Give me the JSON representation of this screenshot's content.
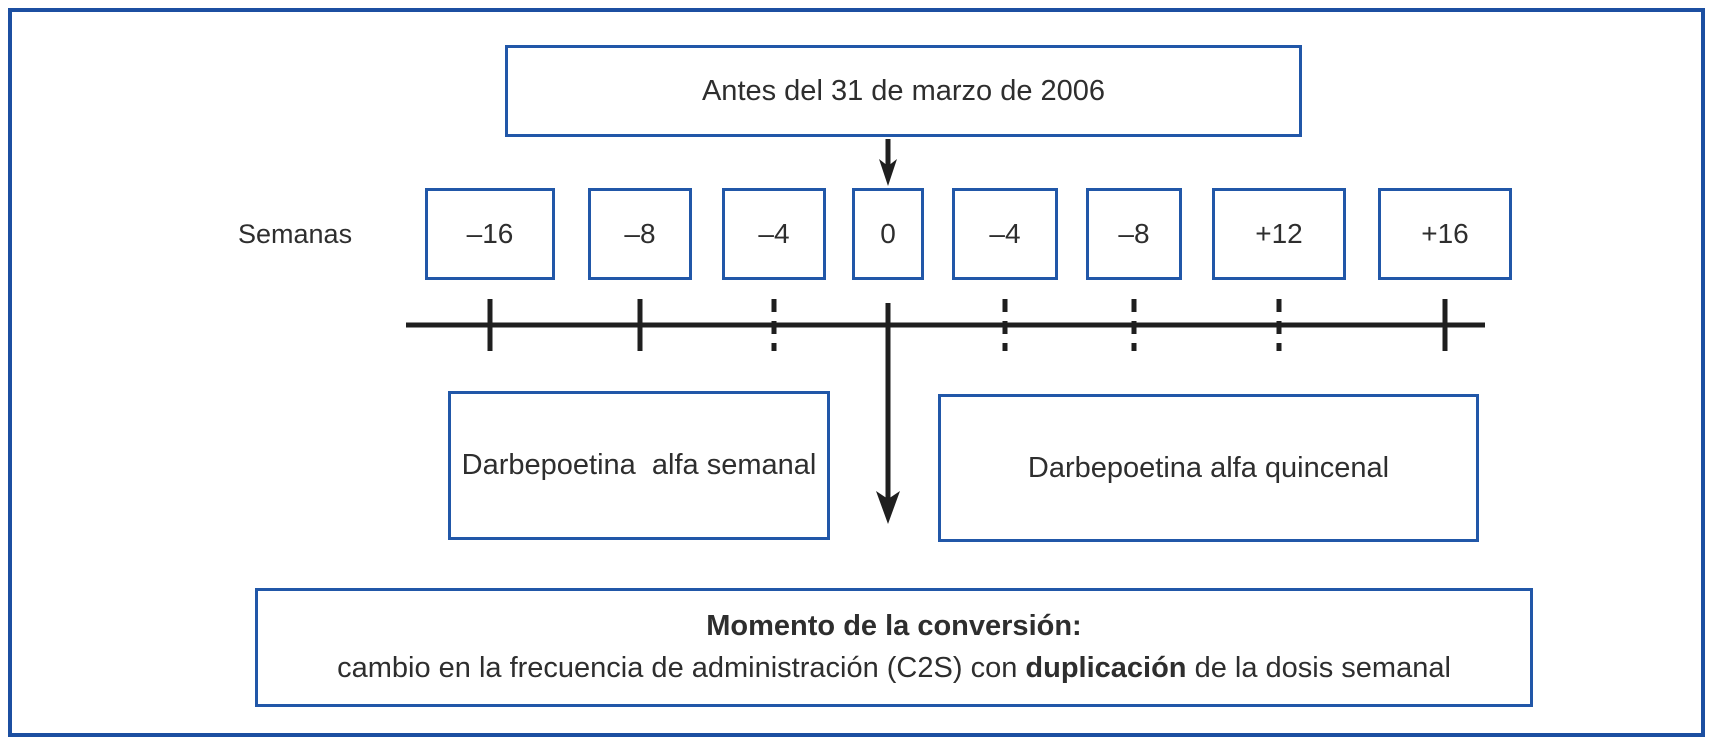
{
  "figure": {
    "top_box": {
      "text": "Antes del 31 de marzo de 2006"
    },
    "axis": {
      "label": "Semanas",
      "weeks": [
        {
          "label": "–16",
          "tick": "solid"
        },
        {
          "label": "–8",
          "tick": "solid"
        },
        {
          "label": "–4",
          "tick": "dashed"
        },
        {
          "label": "0",
          "tick": "arrow"
        },
        {
          "label": "–4",
          "tick": "dashed"
        },
        {
          "label": "–8",
          "tick": "dashed"
        },
        {
          "label": "+12",
          "tick": "dashed"
        },
        {
          "label": "+16",
          "tick": "solid"
        }
      ]
    },
    "period_boxes": {
      "left": "Darbepoetina  alfa semanal",
      "right": "Darbepoetina alfa quincenal"
    },
    "bottom_box": {
      "heading": "Momento de la conversión:",
      "line2_prefix": "cambio en la frecuencia de administración (C2S) con ",
      "line2_bold": "duplicación",
      "line2_suffix": " de la dosis semanal"
    },
    "colors": {
      "frame_blue": "#1c4fa1",
      "box_border_blue": "#2157a8",
      "line_black": "#1f1f1f",
      "text_gray": "#2e2e2e"
    }
  }
}
